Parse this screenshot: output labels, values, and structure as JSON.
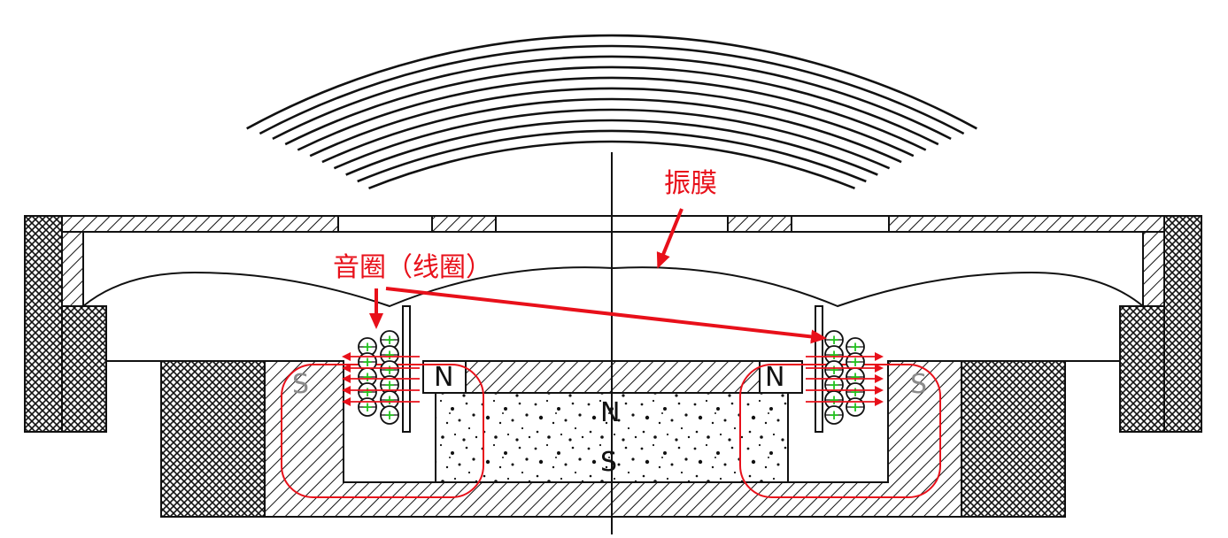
{
  "labels": {
    "diaphragm": "振膜",
    "voice_coil": "音圈（线圈）"
  },
  "poles": {
    "north": "N",
    "south": "S"
  },
  "colors": {
    "annotation": "#e8101a",
    "field_line": "#e8101a",
    "coil_plus": "#22c21e",
    "stroke": "#111111"
  },
  "icons": {
    "coil_marker": "plus-in-circle"
  }
}
